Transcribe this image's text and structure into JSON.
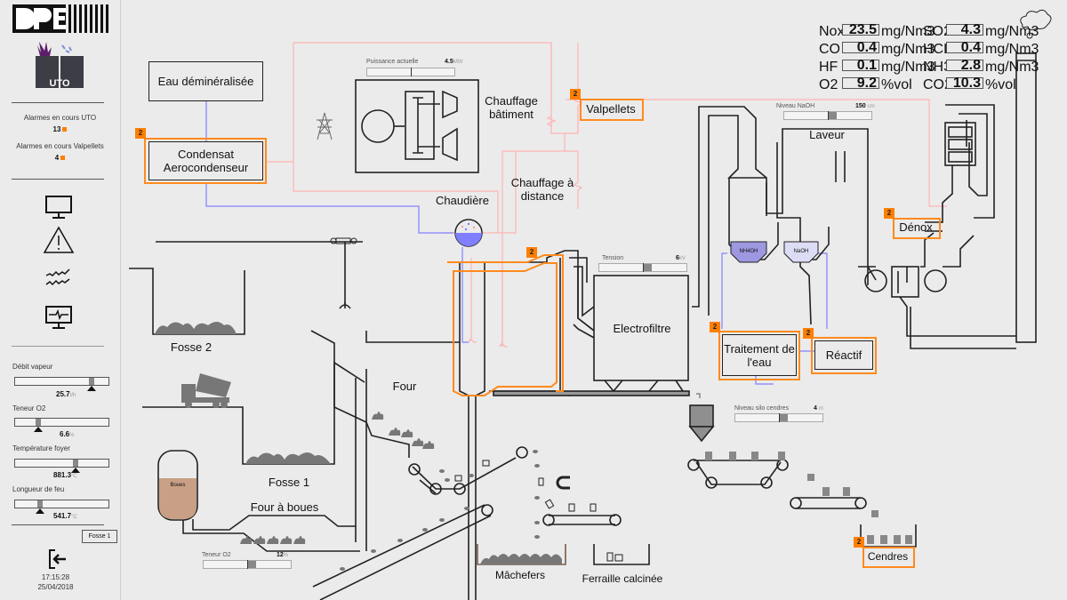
{
  "sidebar": {
    "brand": "DPE",
    "plant_logo": "UTO",
    "alarms": [
      {
        "label": "Alarmes en cours UTO",
        "count": "13"
      },
      {
        "label": "Alarmes en cours Valpellets",
        "count": "4"
      }
    ],
    "nav_icons": [
      "monitor-icon",
      "warning-icon",
      "trend-icon",
      "monitor-pulse-icon"
    ],
    "gauges": [
      {
        "label": "Débit vapeur",
        "value": "25.7",
        "unit": "t/h",
        "fraction": 0.82
      },
      {
        "label": "Teneur O2",
        "value": "6.6",
        "unit": "%",
        "fraction": 0.25
      },
      {
        "label": "Température foyer",
        "value": "881.3",
        "unit": "°C",
        "fraction": 0.65
      },
      {
        "label": "Longueur de feu",
        "value": "541.7",
        "unit": "°C",
        "fraction": 0.27
      }
    ],
    "view_button": "Fosse 1",
    "logout_icon": "logout-icon",
    "time": "17:15:28",
    "date": "25/04/2018"
  },
  "emissions": [
    {
      "label": "Nox",
      "value": "23.5",
      "unit": "mg/Nm3"
    },
    {
      "label": "SO2",
      "value": "4.3",
      "unit": "mg/Nm3"
    },
    {
      "label": "CO",
      "value": "0.4",
      "unit": "mg/Nm3"
    },
    {
      "label": "HCL",
      "value": "0.4",
      "unit": "mg/Nm3"
    },
    {
      "label": "HF",
      "value": "0.1",
      "unit": "mg/Nm3"
    },
    {
      "label": "NH3",
      "value": "2.8",
      "unit": "mg/Nm3"
    },
    {
      "label": "O2",
      "value": "9.2",
      "unit": "%vol"
    },
    {
      "label": "CO2",
      "value": "10.3",
      "unit": "%vol"
    }
  ],
  "process": {
    "eau_demin": "Eau déminéralisée",
    "condensat": "Condensat Aerocondenseur",
    "chauffage_batiment": "Chauffage bâtiment",
    "valpellets": "Valpellets",
    "chauffage_distance": "Chauffage à distance",
    "chaudiere": "Chaudière",
    "fosse2": "Fosse 2",
    "fosse1": "Fosse 1",
    "four": "Four",
    "four_boues": "Four à boues",
    "boues": "Boues",
    "electrofiltre": "Electrofiltre",
    "laveur": "Laveur",
    "nh4oh": "NH4OH",
    "naoh": "NaOH",
    "traitement_eau": "Traitement de l'eau",
    "reactif": "Réactif",
    "denox": "Dénox",
    "cendres": "Cendres",
    "machefers": "Mâchefers",
    "ferraille": "Ferraille calcinée",
    "alarm_badge": "2"
  },
  "indicators": {
    "puissance": {
      "label": "Puissance actuelle",
      "value": "4.5",
      "unit": "MW",
      "fraction": 0.5
    },
    "tension": {
      "label": "Tension",
      "value": "6",
      "unit": "kV",
      "fraction": 0.5
    },
    "niveau_naoh": {
      "label": "Niveau NaOH",
      "value": "150",
      "unit": "cm",
      "fraction": 0.5
    },
    "niveau_silo": {
      "label": "Niveau silo cendres",
      "value": "4",
      "unit": "m",
      "fraction": 0.5
    },
    "teneur_o2_boues": {
      "label": "Teneur O2",
      "value": "12",
      "unit": "%",
      "fraction": 0.5
    }
  },
  "colors": {
    "alarm_orange": "#ff7f00",
    "water_blue": "#7f7fff",
    "heat_pink": "#ffb3b3",
    "sludge": "#c9a085"
  }
}
